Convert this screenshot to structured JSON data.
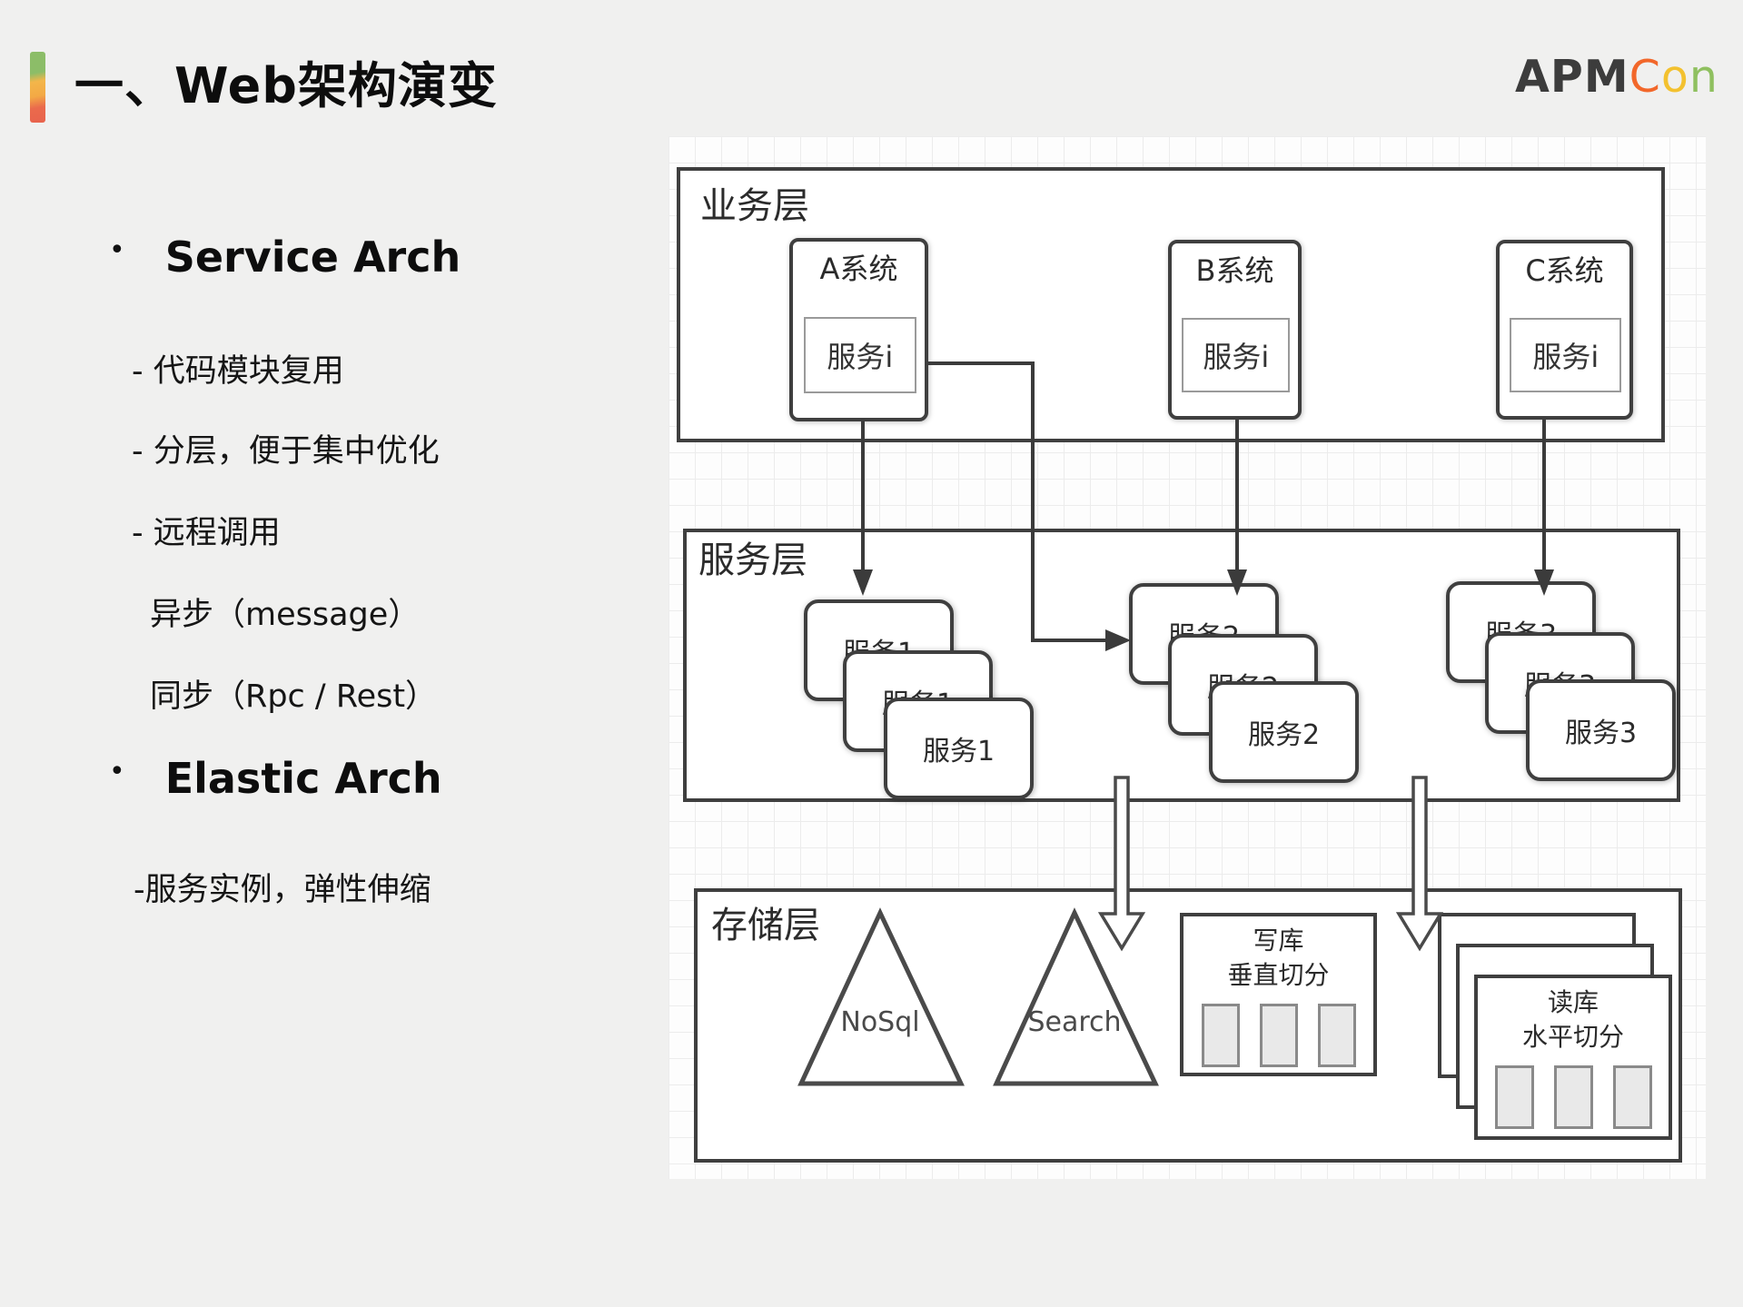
{
  "header": {
    "title": "一、Web架构演变",
    "logo": {
      "apm": "APM",
      "c": "C",
      "o": "o",
      "n": "n"
    },
    "accent_colors": {
      "green": "#8cbd68",
      "yellow": "#f3c12f",
      "orange": "#f2672a"
    }
  },
  "bullets": {
    "glyph": "•",
    "service_arch": "Service Arch",
    "code_reuse": "- 代码模块复用",
    "layering": "- 分层，便于集中优化",
    "remote_call": "- 远程调用",
    "async": "异步（message）",
    "sync": "同步（Rpc / Rest）",
    "elastic_arch": "Elastic Arch",
    "elastic_note": "-服务实例，弹性伸缩"
  },
  "diagram": {
    "layers": {
      "business": "业务层",
      "service": "服务层",
      "storage": "存储层"
    },
    "systems": {
      "a": "A系统",
      "b": "B系统",
      "c": "C系统",
      "inner_service": "服务i"
    },
    "services": {
      "s1": "服务1",
      "s2": "服务2",
      "s3": "服务3"
    },
    "storage": {
      "nosql": "NoSql",
      "search": "Search",
      "write_db_line1": "写库",
      "write_db_line2": "垂直切分",
      "read_db_line1": "读库",
      "read_db_line2": "水平切分"
    }
  }
}
